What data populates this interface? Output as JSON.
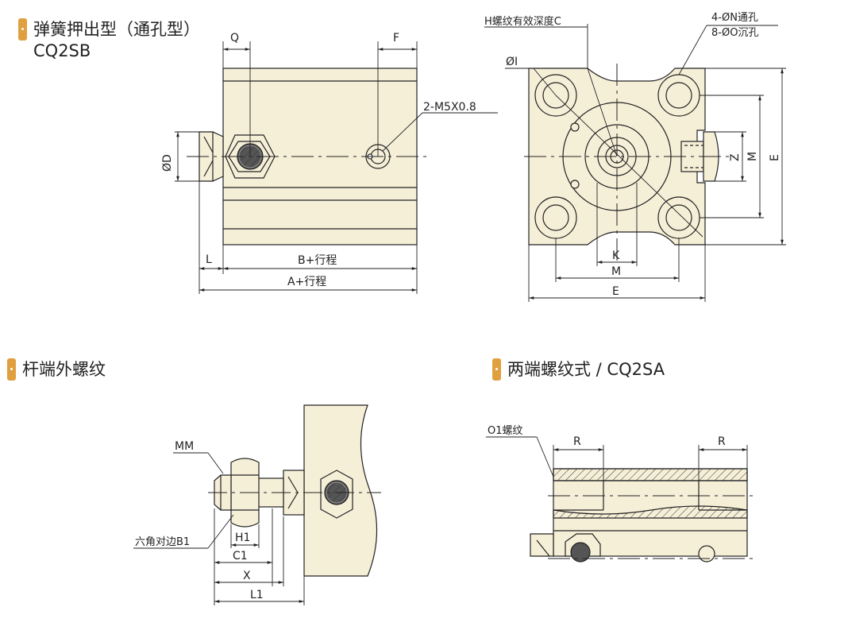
{
  "sections": {
    "s1": {
      "title": "弹簧押出型（通孔型）",
      "sub": "CQ2SB"
    },
    "s2": {
      "title": "杆端外螺纹"
    },
    "s3": {
      "title": "两端螺纹式 / CQ2SA"
    }
  },
  "labels": {
    "q": "Q",
    "f": "F",
    "d": "ØD",
    "port": "2-M5X0.8",
    "l": "L",
    "b": "B+行程",
    "a": "A+行程",
    "h": "H螺纹有效深度C",
    "i": "ØI",
    "n": "4-ØN通孔",
    "o": "8-ØO沉孔",
    "z": "Z",
    "m_v": "M",
    "e_v": "E",
    "k": "K",
    "m_h": "M",
    "e_h": "E",
    "mm": "MM",
    "b1": "六角对边B1",
    "h1": "H1",
    "c1": "C1",
    "x": "X",
    "l1": "L1",
    "o1": "O1螺纹",
    "r1": "R",
    "r2": "R"
  },
  "colors": {
    "body": "#f6efd8",
    "stroke": "#222222",
    "accent": "#e0a040"
  }
}
